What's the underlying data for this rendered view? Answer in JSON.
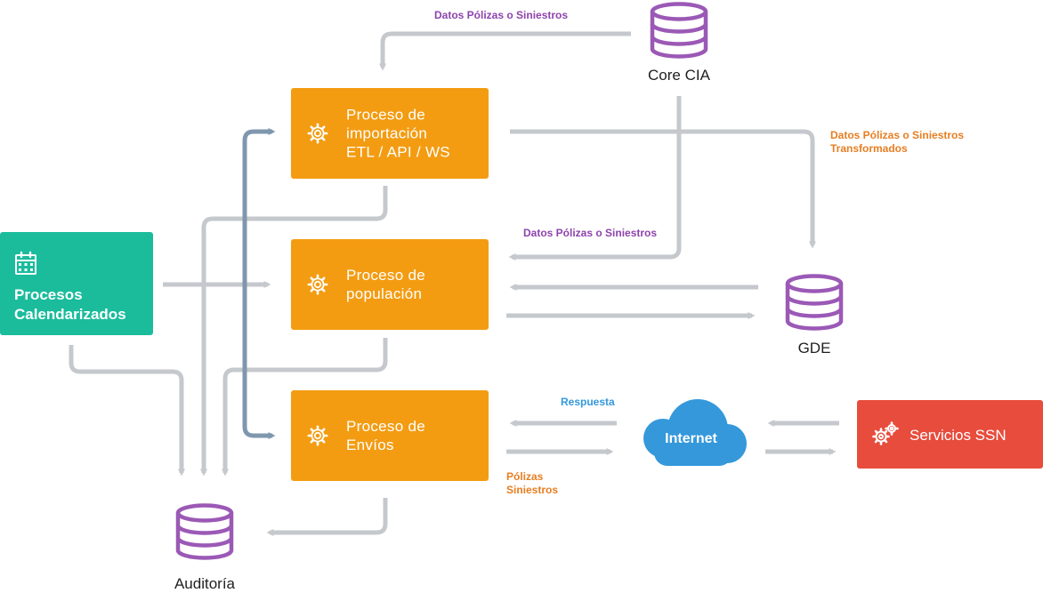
{
  "colors": {
    "process": "#f39c12",
    "calendar": "#1abc9c",
    "ssn": "#e74c3c",
    "internet": "#3498db",
    "database": "#9b59b6",
    "arrow_gray": "#c5c8cc",
    "arrow_slate": "#7f97ae"
  },
  "nodes": {
    "import_process": {
      "label": "Proceso de\nimportación\nETL / API / WS",
      "icon": "gear-icon"
    },
    "population_process": {
      "label": "Proceso de\npopulación",
      "icon": "gear-icon"
    },
    "sends_process": {
      "label": "Proceso de\nEnvíos",
      "icon": "gear-icon"
    },
    "scheduled": {
      "label": "Procesos\nCalendarizados",
      "icon": "calendar-icon"
    },
    "ssn_services": {
      "label": "Servicios SSN",
      "icon": "gears-icon"
    },
    "internet": {
      "label": "Internet",
      "icon": "cloud-icon"
    },
    "core_cia": {
      "label": "Core CIA",
      "icon": "database-icon"
    },
    "gde": {
      "label": "GDE",
      "icon": "database-icon"
    },
    "audit": {
      "label": "Auditoría",
      "icon": "database-icon"
    }
  },
  "edge_labels": {
    "core_to_import": "Datos Pólizas o Siniestros",
    "import_to_gde": "Datos Pólizas o Siniestros\nTransformados",
    "core_to_population": "Datos Pólizas o Siniestros",
    "response": "Respuesta",
    "policies_claims": "Pólizas\nSiniestros"
  }
}
